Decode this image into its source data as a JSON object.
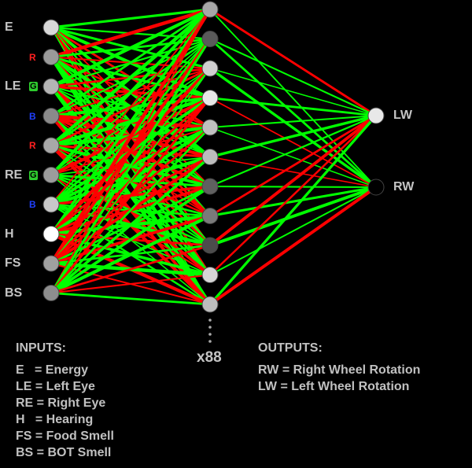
{
  "colors": {
    "excite": "#00ff00",
    "inhibit": "#ff0000",
    "background": "#000000"
  },
  "inputs": [
    {
      "label": "E",
      "channel": "",
      "channel_color": "",
      "node": "#d8d8d8"
    },
    {
      "label": "",
      "channel": "R",
      "channel_color": "red",
      "node": "#9a9a9a"
    },
    {
      "label": "LE",
      "channel": "G",
      "channel_color": "green",
      "node": "#b4b4b4"
    },
    {
      "label": "",
      "channel": "B",
      "channel_color": "blue",
      "node": "#8a8a8a"
    },
    {
      "label": "",
      "channel": "R",
      "channel_color": "red",
      "node": "#a8a8a8"
    },
    {
      "label": "RE",
      "channel": "G",
      "channel_color": "green",
      "node": "#9c9c9c"
    },
    {
      "label": "",
      "channel": "B",
      "channel_color": "blue",
      "node": "#c8c8c8"
    },
    {
      "label": "H",
      "channel": "",
      "channel_color": "",
      "node": "#ffffff"
    },
    {
      "label": "FS",
      "channel": "",
      "channel_color": "",
      "node": "#a0a0a0"
    },
    {
      "label": "BS",
      "channel": "",
      "channel_color": "",
      "node": "#8e8e8e"
    }
  ],
  "hidden_nodes": [
    "#a6a6a6",
    "#5a5a5a",
    "#cfcfcf",
    "#e6e6e6",
    "#c0c0c0",
    "#bcbcbc",
    "#606060",
    "#7a7a7a",
    "#4c4c4c",
    "#d6d6d6",
    "#bdbdbd"
  ],
  "hidden_count": "x88",
  "outputs": [
    {
      "label": "LW",
      "node": "#e8e8e8"
    },
    {
      "label": "RW",
      "node": "#000000"
    }
  ],
  "legend": {
    "inputs_title": "INPUTS:",
    "inputs_lines": [
      "E   = Energy",
      "LE = Left Eye",
      "RE = Right Eye",
      "H   = Hearing",
      "FS = Food Smell",
      "BS = BOT Smell"
    ],
    "outputs_title": "OUTPUTS:",
    "outputs_lines": [
      "RW = Right Wheel Rotation",
      "LW = Left Wheel Rotation"
    ]
  }
}
